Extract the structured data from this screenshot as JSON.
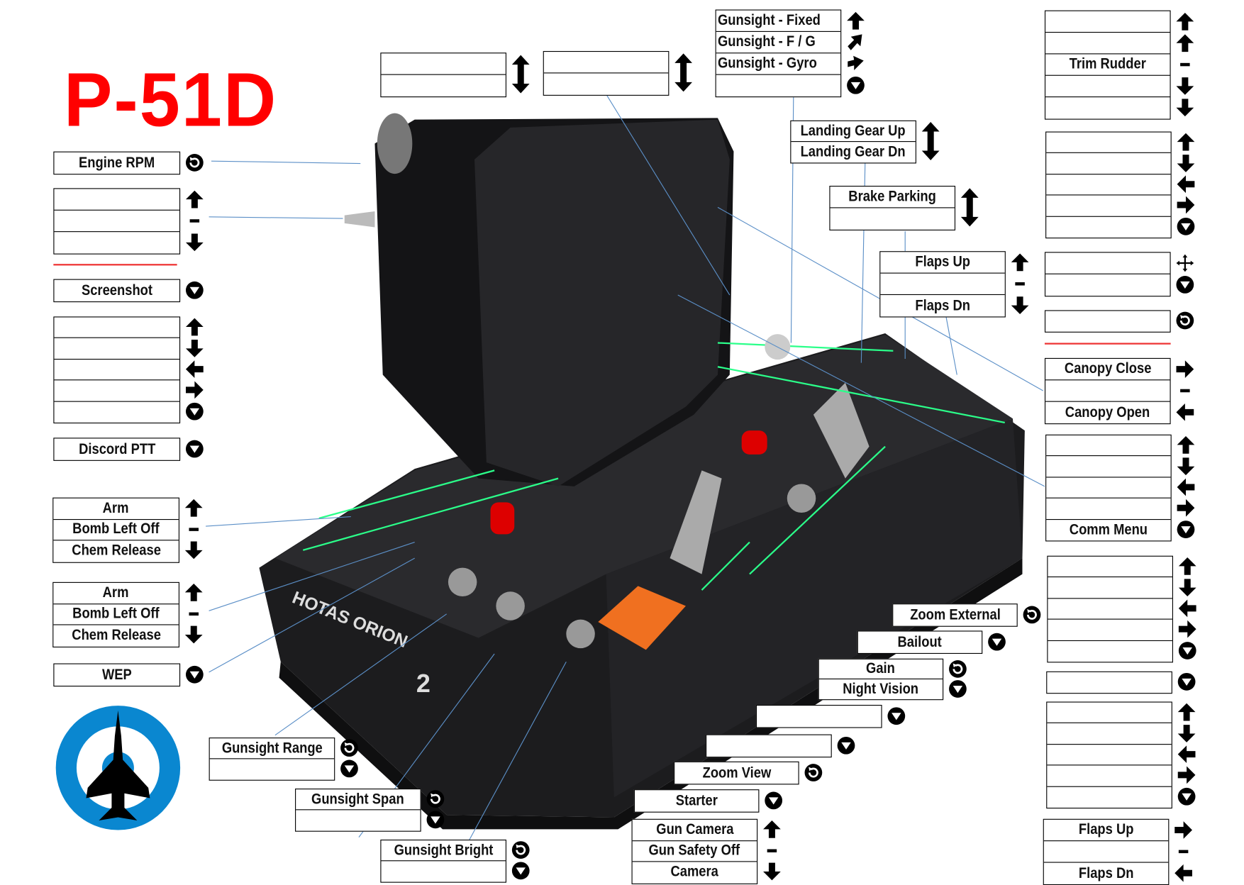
{
  "title": "P-51D",
  "colors": {
    "title": "#ff0000",
    "roundel": "#0a87d0",
    "leader_line": "#5b8fc7",
    "panel_green": "#2bff8a"
  },
  "groups": [
    {
      "id": "engine-rpm",
      "rows": [
        "Engine RPM"
      ],
      "icons": [
        "rotate"
      ]
    },
    {
      "id": "left-slider",
      "rows": [
        "",
        "",
        ""
      ],
      "icons": [
        "up",
        "dash",
        "down"
      ]
    },
    {
      "id": "screenshot",
      "rows": [
        "Screenshot"
      ],
      "icons": [
        "circle-down"
      ]
    },
    {
      "id": "left-hat",
      "rows": [
        "",
        "",
        "",
        "",
        ""
      ],
      "icons": [
        "up",
        "down",
        "left",
        "right",
        "circle-down"
      ]
    },
    {
      "id": "discord-ptt",
      "rows": [
        "Discord PTT"
      ],
      "icons": [
        "circle-down"
      ]
    },
    {
      "id": "bomb-switch-1",
      "rows": [
        "Arm",
        "Bomb Left Off",
        "Chem Release"
      ],
      "icons": [
        "up",
        "dash",
        "down"
      ]
    },
    {
      "id": "bomb-switch-2",
      "rows": [
        "Arm",
        "Bomb Left Off",
        "Chem Release"
      ],
      "icons": [
        "up",
        "dash",
        "down"
      ]
    },
    {
      "id": "wep",
      "rows": [
        "WEP"
      ],
      "icons": [
        "circle-down"
      ]
    },
    {
      "id": "top-rocker-1",
      "rows": [
        "",
        ""
      ],
      "icons": [
        "updown"
      ]
    },
    {
      "id": "top-rocker-2",
      "rows": [
        "",
        ""
      ],
      "icons": [
        "updown"
      ]
    },
    {
      "id": "gunsight-mode",
      "rows": [
        "Gunsight - Fixed",
        "Gunsight - F / G",
        "Gunsight - Gyro",
        ""
      ],
      "icons": [
        "up",
        "up-right",
        "right-up",
        "circle-down"
      ],
      "align": "left"
    },
    {
      "id": "landing-gear",
      "rows": [
        "Landing Gear Up",
        "Landing Gear Dn"
      ],
      "icons": [
        "updown"
      ]
    },
    {
      "id": "brake-parking",
      "rows": [
        "Brake Parking",
        ""
      ],
      "icons": [
        "updown"
      ]
    },
    {
      "id": "flaps-center",
      "rows": [
        "Flaps Up",
        "",
        "Flaps Dn"
      ],
      "icons": [
        "up",
        "dash",
        "down"
      ]
    },
    {
      "id": "trim-rudder",
      "rows": [
        "",
        "",
        "Trim Rudder",
        "",
        ""
      ],
      "icons": [
        "up",
        "up",
        "dash",
        "down",
        "down"
      ]
    },
    {
      "id": "right-hat-1",
      "rows": [
        "",
        "",
        "",
        "",
        ""
      ],
      "icons": [
        "up",
        "down",
        "left",
        "right",
        "circle-down"
      ]
    },
    {
      "id": "right-mini-stick",
      "rows": [
        "",
        ""
      ],
      "icons": [
        "cross",
        "circle-down"
      ]
    },
    {
      "id": "right-rotary",
      "rows": [
        ""
      ],
      "icons": [
        "rotate"
      ]
    },
    {
      "id": "canopy",
      "rows": [
        "Canopy Close",
        "",
        "Canopy Open"
      ],
      "icons": [
        "right",
        "dash",
        "left"
      ]
    },
    {
      "id": "comm-hat",
      "rows": [
        "",
        "",
        "",
        "",
        "Comm Menu"
      ],
      "icons": [
        "up",
        "down",
        "left",
        "right",
        "circle-down"
      ]
    },
    {
      "id": "right-hat-2",
      "rows": [
        "",
        "",
        "",
        "",
        ""
      ],
      "icons": [
        "up",
        "down",
        "left",
        "right",
        "circle-down"
      ]
    },
    {
      "id": "right-button",
      "rows": [
        ""
      ],
      "icons": [
        "circle-down"
      ]
    },
    {
      "id": "right-hat-3",
      "rows": [
        "",
        "",
        "",
        "",
        ""
      ],
      "icons": [
        "up",
        "down",
        "left",
        "right",
        "circle-down"
      ]
    },
    {
      "id": "flaps-right",
      "rows": [
        "Flaps Up",
        "",
        "Flaps Dn"
      ],
      "icons": [
        "right",
        "dash",
        "left"
      ]
    },
    {
      "id": "zoom-external",
      "rows": [
        "Zoom External"
      ],
      "icons": [
        "rotate"
      ]
    },
    {
      "id": "bailout",
      "rows": [
        "Bailout"
      ],
      "icons": [
        "circle-down"
      ]
    },
    {
      "id": "gain-night-vision",
      "rows": [
        "Gain",
        "Night Vision"
      ],
      "icons": [
        "rotate",
        "circle-down"
      ]
    },
    {
      "id": "button-empty-1",
      "rows": [
        ""
      ],
      "icons": [
        "circle-down"
      ]
    },
    {
      "id": "button-empty-2",
      "rows": [
        ""
      ],
      "icons": [
        "circle-down"
      ]
    },
    {
      "id": "zoom-view",
      "rows": [
        "Zoom View"
      ],
      "icons": [
        "rotate"
      ]
    },
    {
      "id": "starter",
      "rows": [
        "Starter"
      ],
      "icons": [
        "circle-down"
      ]
    },
    {
      "id": "gun-camera",
      "rows": [
        "Gun Camera",
        "Gun Safety Off",
        "Camera"
      ],
      "icons": [
        "up",
        "dash",
        "down"
      ]
    },
    {
      "id": "gunsight-range",
      "rows": [
        "Gunsight Range",
        ""
      ],
      "icons": [
        "rotate",
        "circle-down"
      ]
    },
    {
      "id": "gunsight-span",
      "rows": [
        "Gunsight Span",
        ""
      ],
      "icons": [
        "rotate",
        "circle-down"
      ]
    },
    {
      "id": "gunsight-bright",
      "rows": [
        "Gunsight Bright",
        ""
      ],
      "icons": [
        "rotate",
        "circle-down"
      ]
    }
  ],
  "device": {
    "brand": "HOTAS ORION",
    "model": "2"
  }
}
